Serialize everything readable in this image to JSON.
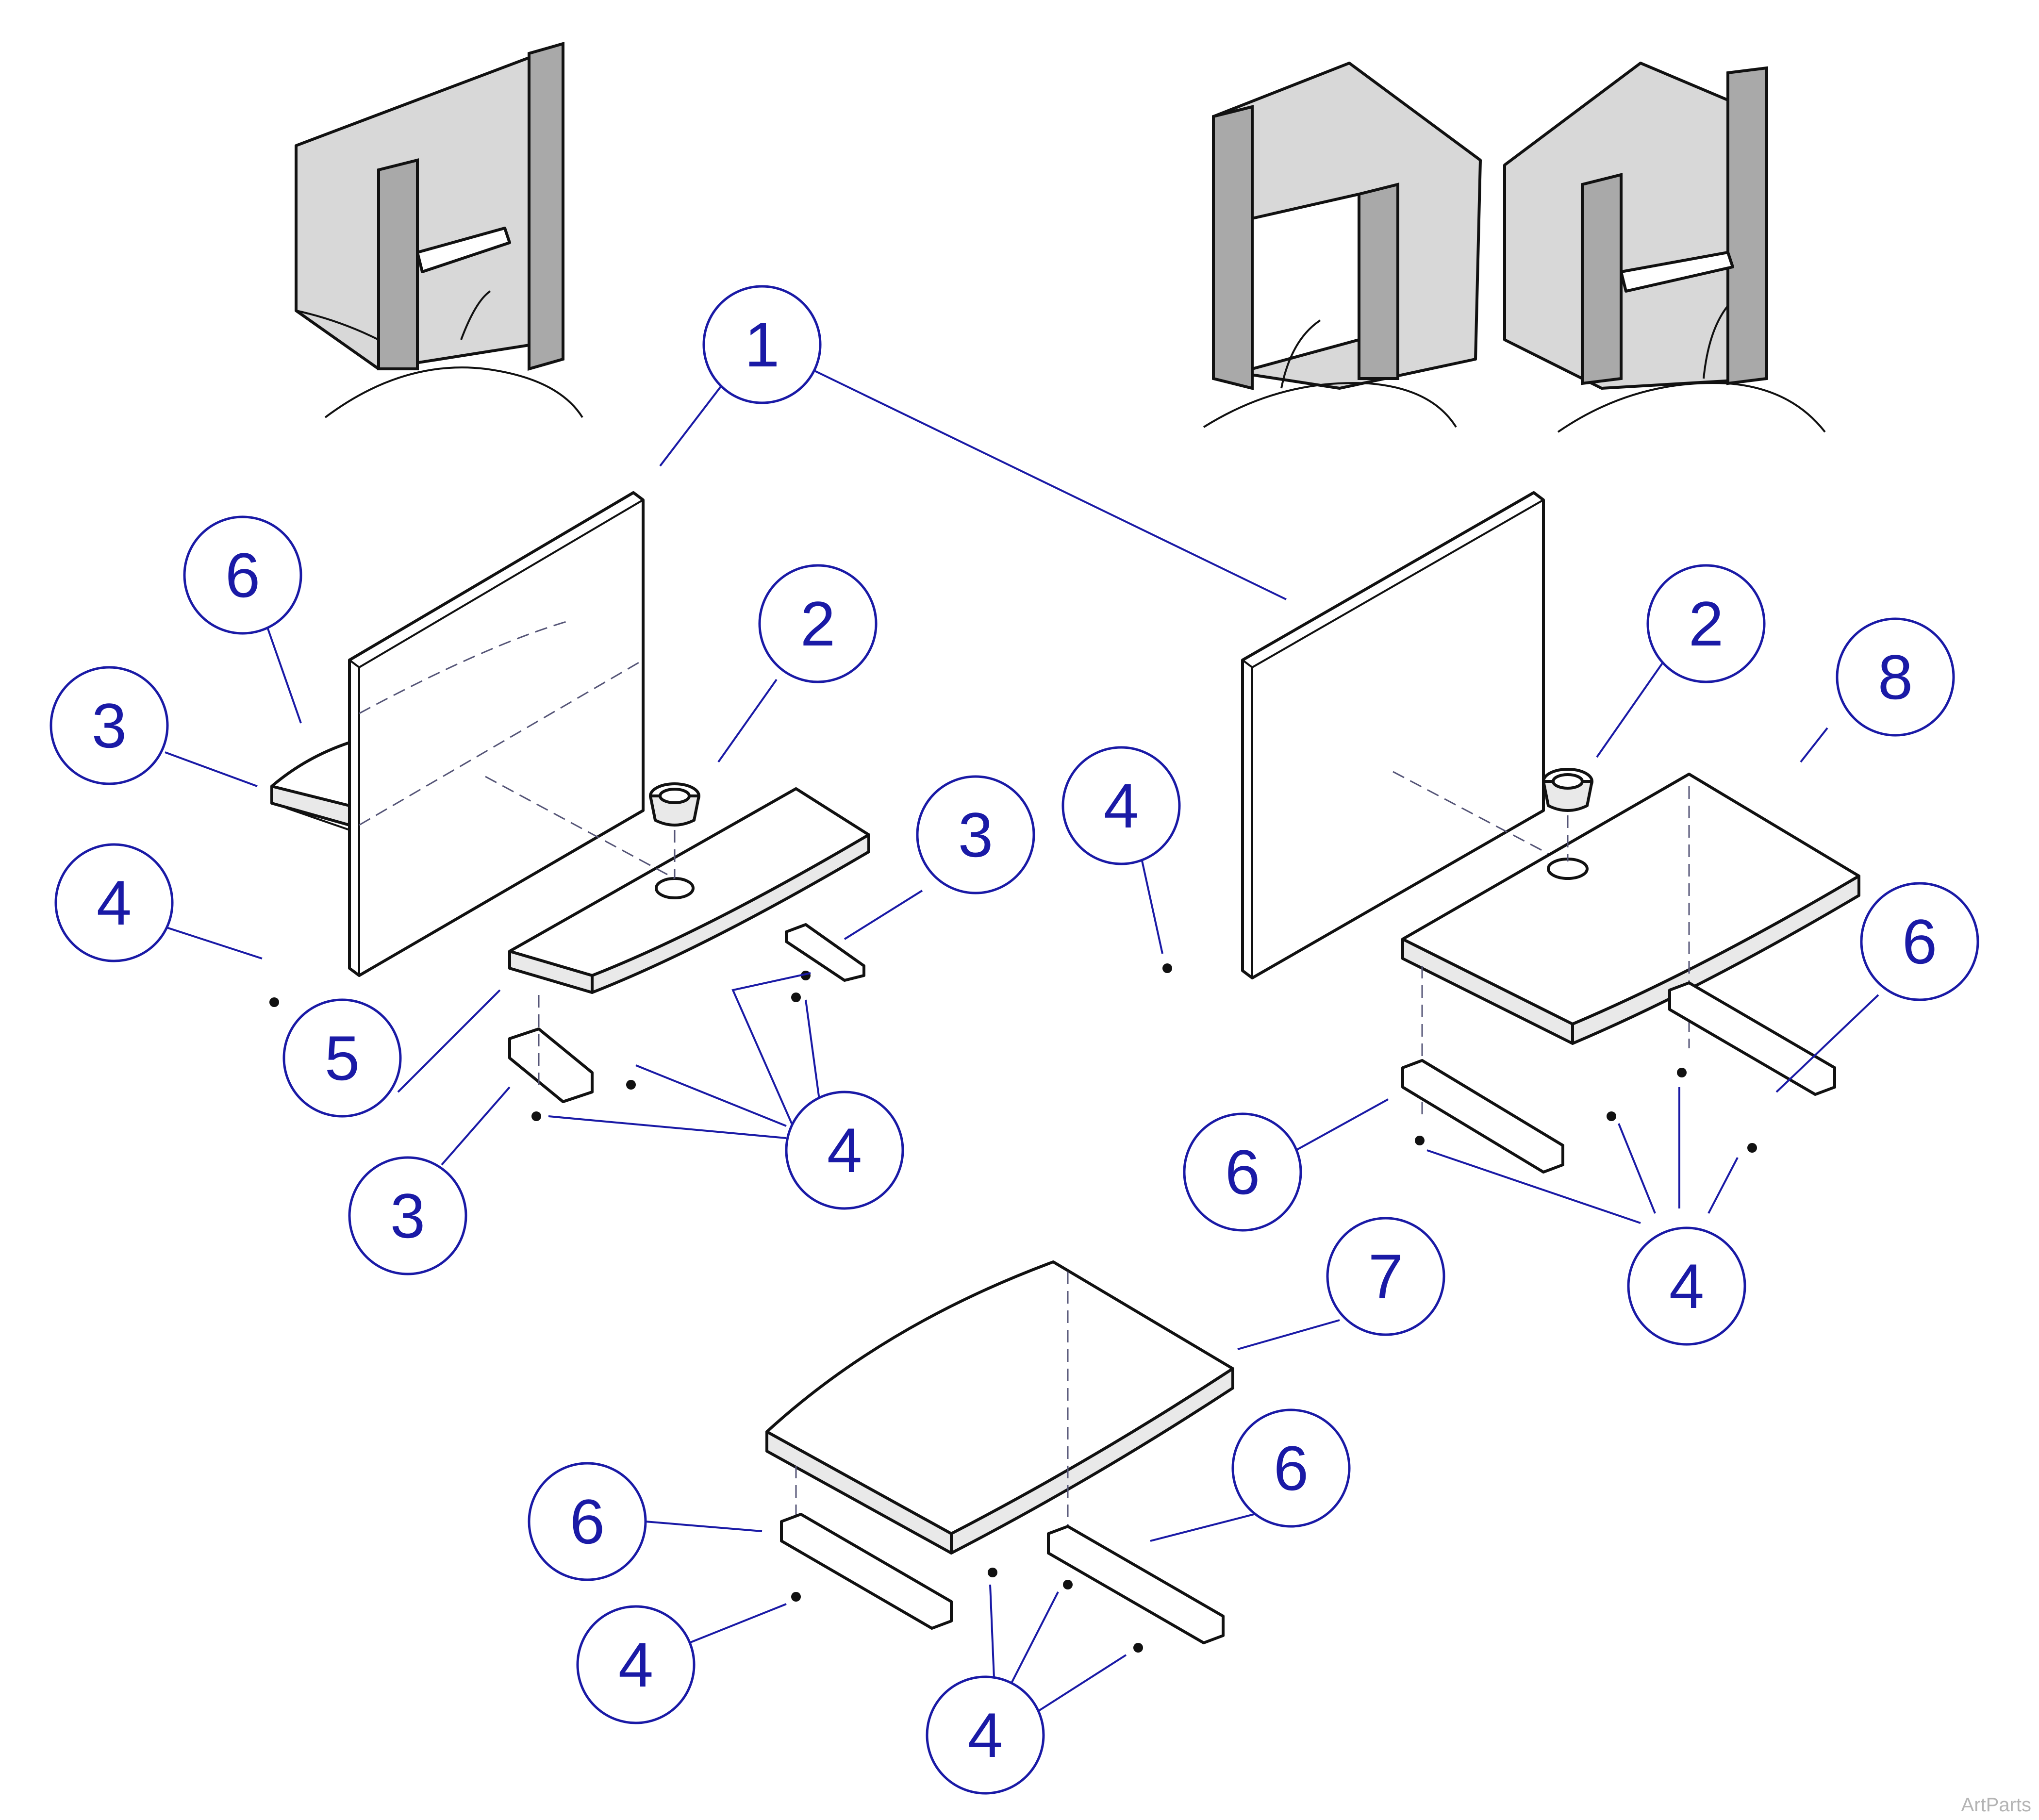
{
  "callouts": [
    {
      "id": "c1",
      "label": "1"
    },
    {
      "id": "c6a",
      "label": "6"
    },
    {
      "id": "c2a",
      "label": "2"
    },
    {
      "id": "c3a",
      "label": "3"
    },
    {
      "id": "c3b",
      "label": "3"
    },
    {
      "id": "c4a",
      "label": "4"
    },
    {
      "id": "c5",
      "label": "5"
    },
    {
      "id": "c3c",
      "label": "3"
    },
    {
      "id": "c4b",
      "label": "4"
    },
    {
      "id": "c2b",
      "label": "2"
    },
    {
      "id": "c8",
      "label": "8"
    },
    {
      "id": "c4c",
      "label": "4"
    },
    {
      "id": "c6b",
      "label": "6"
    },
    {
      "id": "c6c",
      "label": "6"
    },
    {
      "id": "c4d",
      "label": "4"
    },
    {
      "id": "c7",
      "label": "7"
    },
    {
      "id": "c6d",
      "label": "6"
    },
    {
      "id": "c6e",
      "label": "6"
    },
    {
      "id": "c4e",
      "label": "4"
    },
    {
      "id": "c4f",
      "label": "4"
    }
  ],
  "watermark": "ArtParts",
  "colors": {
    "callout": "#1a1aa6",
    "line": "#111111",
    "cabinet": "#d8d8d8"
  }
}
